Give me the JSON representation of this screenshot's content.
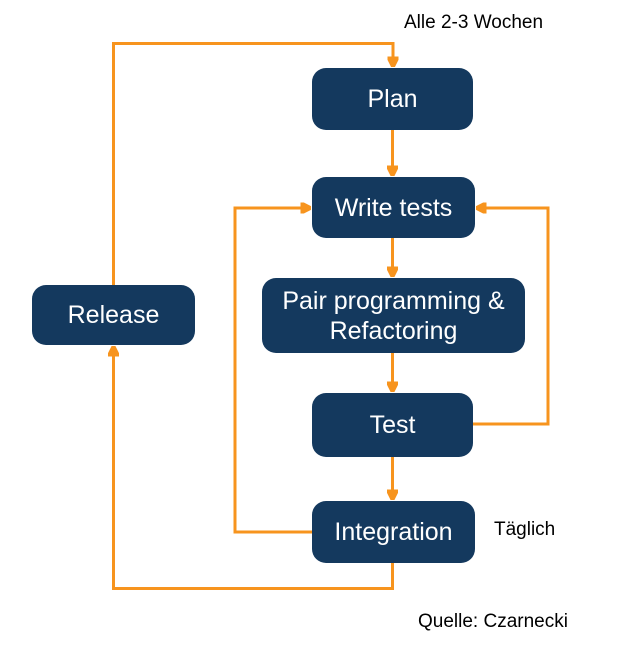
{
  "colors": {
    "background": "#FFFFFF",
    "node_fill": "#14395E",
    "node_text": "#FFFFFF",
    "arrow": "#F7941E",
    "caption_text": "#000000"
  },
  "diagram": {
    "nodes": {
      "plan": {
        "label": "Plan"
      },
      "write_tests": {
        "label": "Write tests"
      },
      "pair": {
        "label": "Pair programming & Refactoring"
      },
      "test": {
        "label": "Test"
      },
      "integration": {
        "label": "Integration"
      },
      "release": {
        "label": "Release"
      }
    },
    "annotations": {
      "cycle_label": "Alle 2-3 Wochen",
      "daily_label": "Täglich",
      "source_label": "Quelle: Czarnecki"
    },
    "flow": [
      "Plan -> Write tests",
      "Write tests -> Pair programming & Refactoring",
      "Pair programming & Refactoring -> Test",
      "Test -> Write tests",
      "Test -> Integration",
      "Integration -> Write tests",
      "Integration -> Release",
      "Release -> Plan"
    ]
  }
}
